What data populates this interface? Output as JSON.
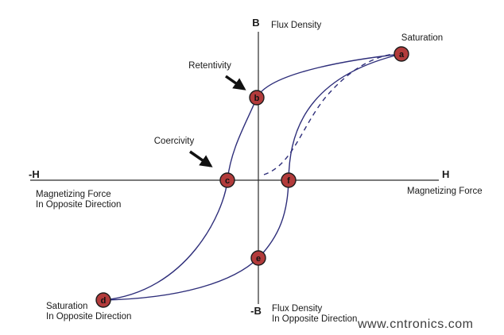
{
  "axes": {
    "b_label": "B",
    "b_desc": "Flux Density",
    "neg_b_label": "-B",
    "neg_b_desc_line1": "Flux Density",
    "neg_b_desc_line2": "In Opposite Direction",
    "h_label": "H",
    "h_desc": "Magnetizing Force",
    "neg_h_label": "-H",
    "neg_h_desc_line1": "Magnetizing Force",
    "neg_h_desc_line2": "In Opposite Direction"
  },
  "annotations": {
    "saturation": "Saturation",
    "retentivity": "Retentivity",
    "coercivity": "Coercivity",
    "saturation_opposite_line1": "Saturation",
    "saturation_opposite_line2": "In Opposite Direction"
  },
  "points": {
    "a": "a",
    "b": "b",
    "c": "c",
    "d": "d",
    "e": "e",
    "f": "f"
  },
  "watermark": "www.cntronics.com",
  "colors": {
    "curve": "#2e2e7a",
    "axis": "#2b2b2b",
    "arrow": "#111111",
    "point_fill": "#b23b3b",
    "point_border": "#1c1c1c",
    "watermark": "#8cc152"
  }
}
